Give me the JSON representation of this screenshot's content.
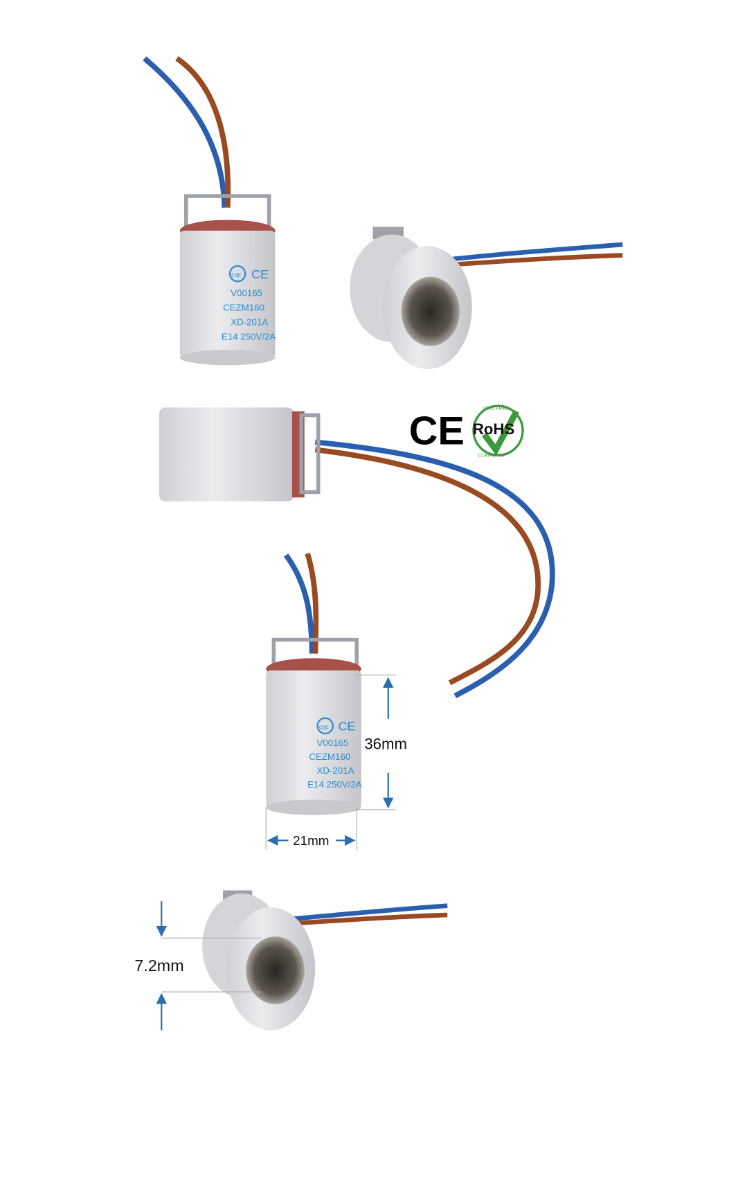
{
  "product": {
    "print_lines": [
      "V00165",
      "CEZM160",
      "XD-201A",
      "E14 250V/2A"
    ],
    "cqc_mark": "cqc",
    "ce_mark": "CE"
  },
  "certifications": {
    "ce": "CE",
    "rohs": "RoHS",
    "lead_free": "LEAD FREE",
    "compliant": "COMPLIANT"
  },
  "dimensions": {
    "height": "36mm",
    "width": "21mm",
    "opening": "7.2mm"
  },
  "colors": {
    "wire_blue": "#2a5fb0",
    "wire_brown": "#9a4a22",
    "ceramic": "#e3e3e6",
    "gasket": "#a8504a",
    "dimension_arrow": "#2a6fb0",
    "rohs_green": "#3a9a3a"
  }
}
